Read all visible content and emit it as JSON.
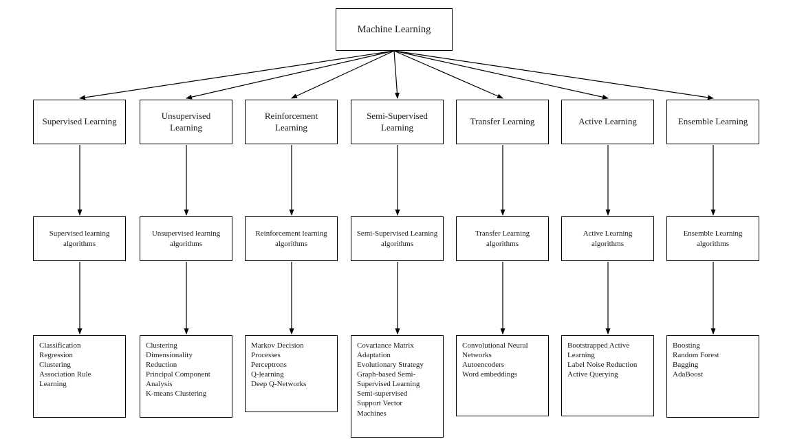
{
  "diagram": {
    "title": "Machine Learning",
    "root_label": "Machine Learning",
    "node_border_color": "#000000",
    "node_fill_color": "#ffffff",
    "arrow_color": "#000000"
  },
  "columns": [
    {
      "title": "Supervised Learning",
      "algorithms_label": "Supervised learning algorithms",
      "leaf_items": "Classification\nRegression\nClustering\nAssociation Rule\nLearning"
    },
    {
      "title": "Unsupervised Learning",
      "algorithms_label": "Unsupervised learning algorithms",
      "leaf_items": "Clustering\nDimensionality\nReduction\nPrincipal Component\nAnalysis\nK-means Clustering"
    },
    {
      "title": "Reinforcement Learning",
      "algorithms_label": "Reinforcement learning algorithms",
      "leaf_items": "Markov Decision\nProcesses\nPerceptrons\nQ-learning\nDeep Q-Networks"
    },
    {
      "title": "Semi-Supervised Learning",
      "algorithms_label": "Semi-Supervised Learning algorithms",
      "leaf_items": "Covariance Matrix\nAdaptation\nEvolutionary Strategy\nGraph-based Semi-\nSupervised Learning\nSemi-supervised\nSupport Vector\nMachines"
    },
    {
      "title": "Transfer Learning",
      "algorithms_label": "Transfer Learning\nalgorithms",
      "leaf_items": "Convolutional Neural\nNetworks\nAutoencoders\nWord embeddings"
    },
    {
      "title": "Active Learning",
      "algorithms_label": "Active Learning\nalgorithms",
      "leaf_items": "Bootstrapped Active\nLearning\nLabel Noise Reduction\nActive Querying"
    },
    {
      "title": "Ensemble Learning",
      "algorithms_label": "Ensemble Learning\nalgorithms",
      "leaf_items": "Boosting\nRandom Forest\nBagging\nAdaBoost"
    }
  ]
}
